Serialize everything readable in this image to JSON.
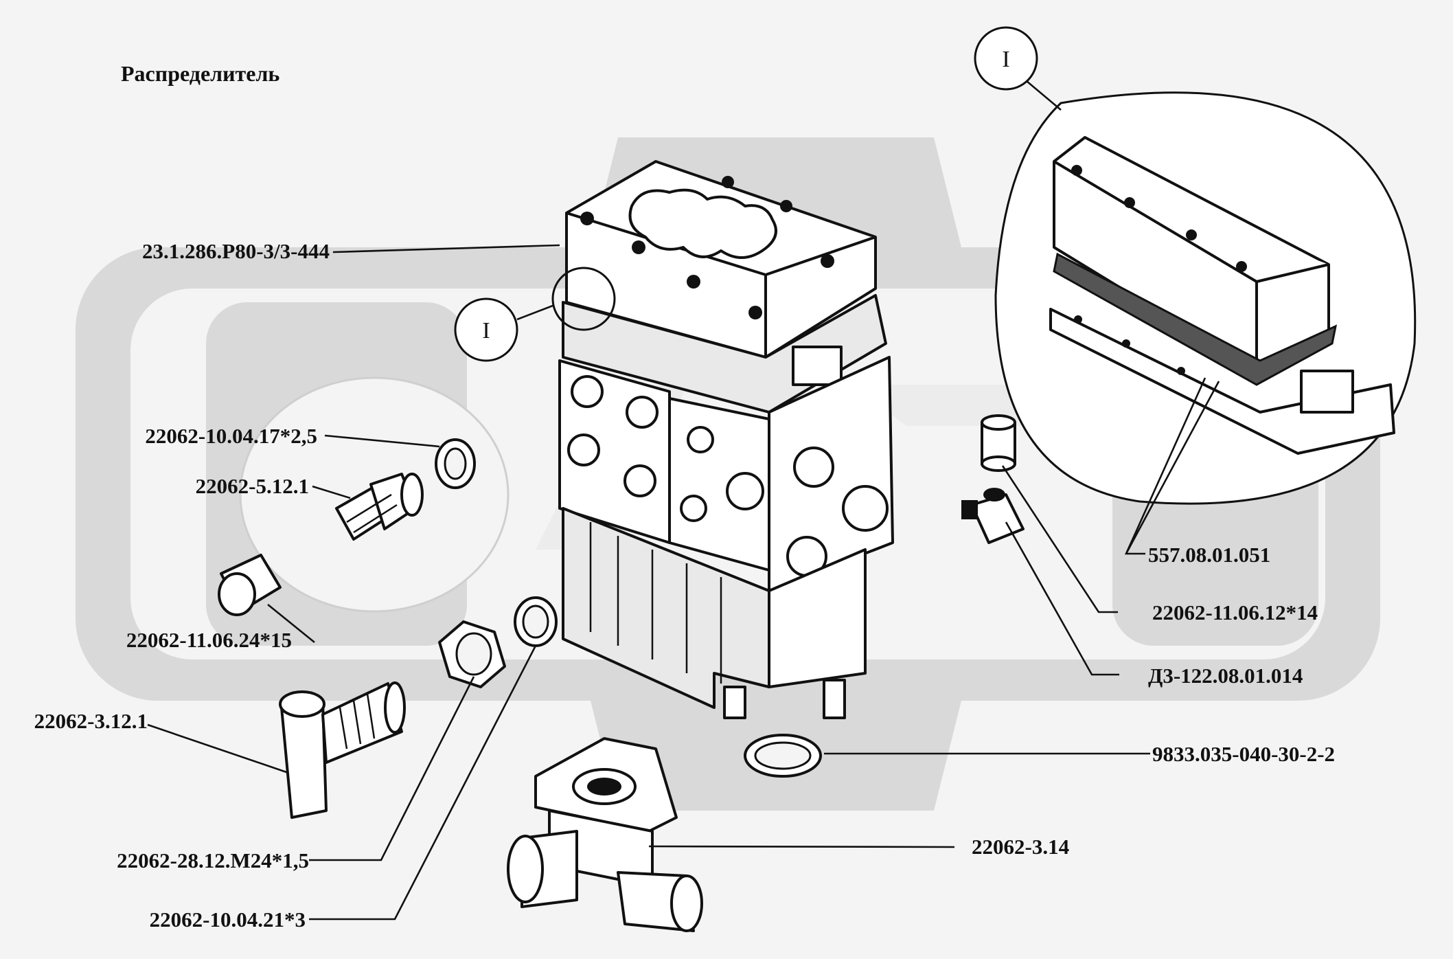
{
  "title": "Распределитель",
  "detail_marker": "I",
  "labels": {
    "distributor_body": "23.1.286.Р80-3/3-444",
    "seal_ring_2_5": "22062-10.04.17*2,5",
    "union_5_12_1": "22062-5.12.1",
    "plug_24": "22062-11.06.24*15",
    "elbow_3_12_1": "22062-3.12.1",
    "nut_m24": "22062-28.12.М24*1,5",
    "ring_21_3": "22062-10.04.21*3",
    "body_3_14": "22062-3.14",
    "gasket_051": "557.08.01.051",
    "plug_12": "22062-11.06.12*14",
    "fitting_014": "Д3-122.08.01.014",
    "o_ring_9833": "9833.035-040-30-2-2"
  },
  "colors": {
    "background": "#f4f4f4",
    "watermark": "#d9d9d9",
    "ink": "#111111"
  }
}
